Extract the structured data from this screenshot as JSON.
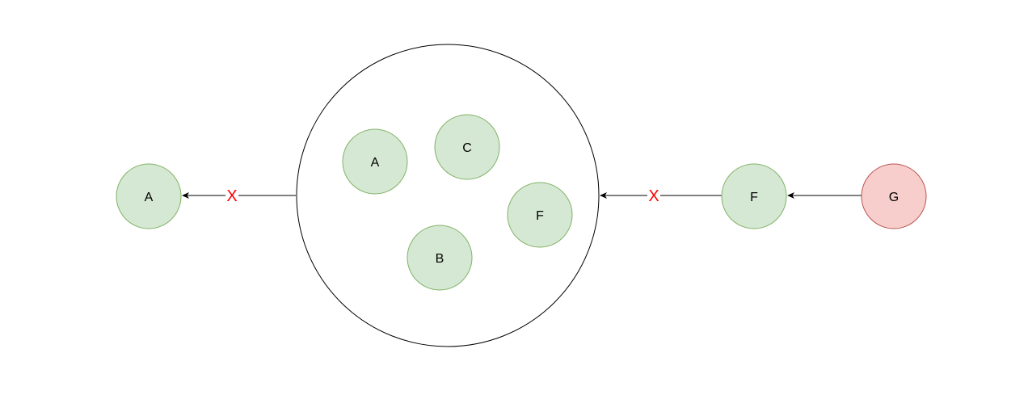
{
  "colors": {
    "node_fill": "#d5e8d4",
    "node_stroke": "#82b366",
    "alert_fill": "#f8cecc",
    "alert_stroke": "#b85450",
    "edge": "#000000",
    "blocked_mark": "#ff0000"
  },
  "nodes": {
    "outer_a": "A",
    "inner_a": "A",
    "inner_c": "C",
    "inner_f": "F",
    "inner_b": "B",
    "outer_f": "F",
    "outer_g": "G"
  },
  "edges": {
    "group_to_a_mark": "X",
    "f_to_group_mark": "X"
  }
}
